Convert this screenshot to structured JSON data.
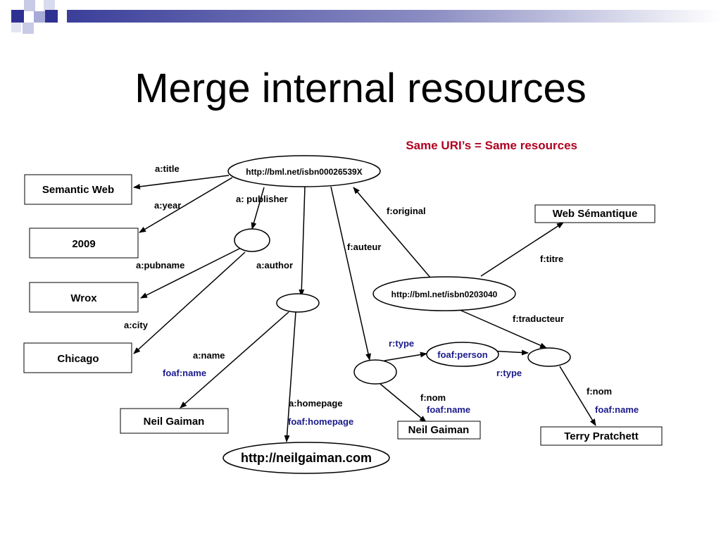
{
  "slide": {
    "title": "Merge internal resources",
    "note": "Same URI’s = Same resources",
    "accent_color": "#b00020",
    "foaf_color": "#1a1a8c"
  },
  "nodes": {
    "uri_main": "http://bml.net/isbn00026539X",
    "uri_fr": "http://bml.net/isbn0203040",
    "semantic_web": "Semantic Web",
    "year_2009": "2009",
    "wrox": "Wrox",
    "chicago": "Chicago",
    "neil_gaiman_left": "Neil Gaiman",
    "neilgaiman_url": "http://neilgaiman.com",
    "neil_gaiman_right": "Neil Gaiman",
    "foaf_person": "foaf:person",
    "web_semantique": "Web Sémantique",
    "terry_pratchett": "Terry Pratchett"
  },
  "edges": {
    "a_title": "a:title",
    "a_year": "a:year",
    "a_publisher": "a: publisher",
    "a_pubname": "a:pubname",
    "a_city": "a:city",
    "a_author": "a:author",
    "a_name": "a:name",
    "foaf_name_left": "foaf:name",
    "a_homepage": "a:homepage",
    "foaf_homepage": "foaf:homepage",
    "f_original": "f:original",
    "f_auteur": "f:auteur",
    "f_titre": "f:titre",
    "f_traducteur": "f:traducteur",
    "r_type_1": "r:type",
    "r_type_2": "r:type",
    "f_nom_1": "f:nom",
    "foaf_name_mid": "foaf:name",
    "f_nom_2": "f:nom",
    "foaf_name_right": "foaf:name"
  }
}
